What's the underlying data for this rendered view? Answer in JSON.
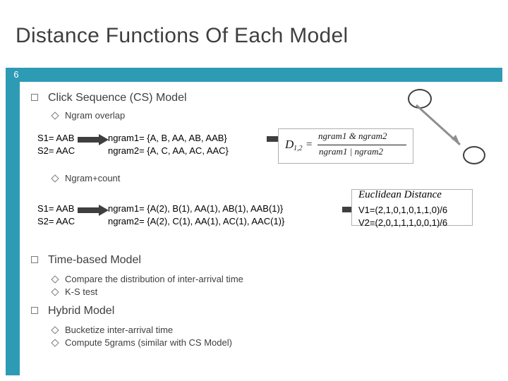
{
  "slide": {
    "title": "Distance Functions Of Each Model",
    "number": "6",
    "accent_color": "#2e9bb5",
    "bullets": {
      "cs_model": "Click Sequence (CS) Model",
      "ngram_overlap": "Ngram overlap",
      "ngram_count": "Ngram+count",
      "time_based": "Time-based Model",
      "time_sub1": "Compare the distribution of inter-arrival time",
      "time_sub2": "K-S test",
      "hybrid": "Hybrid Model",
      "hybrid_sub1": "Bucketize inter-arrival time",
      "hybrid_sub2": "Compute 5grams (similar with CS Model)"
    },
    "block1": {
      "s1": "S1= AAB",
      "s2": "S2= AAC",
      "ngram1": "ngram1= {A, B, AA, AB, AAB}",
      "ngram2": "ngram2= {A, C, AA, AC, AAC}"
    },
    "block2": {
      "s1": "S1= AAB",
      "s2": "S2= AAC",
      "ngram1": "ngram1= {A(2), B(1), AA(1), AB(1), AAB(1)}",
      "ngram2": "ngram2= {A(2), C(1), AA(1), AC(1), AAC(1)}"
    },
    "formula": {
      "lhs": "D",
      "lhs_sub": "1,2",
      "equals": "=",
      "numerator": "ngram1 & ngram2",
      "denominator": "ngram1 | ngram2"
    },
    "euclidean": {
      "label": "Euclidean Distance",
      "v1": "V1=(2,1,0,1,0,1,1,0)/6",
      "v2": "V2=(2,0,1,1,1,0,0,1)/6"
    }
  }
}
